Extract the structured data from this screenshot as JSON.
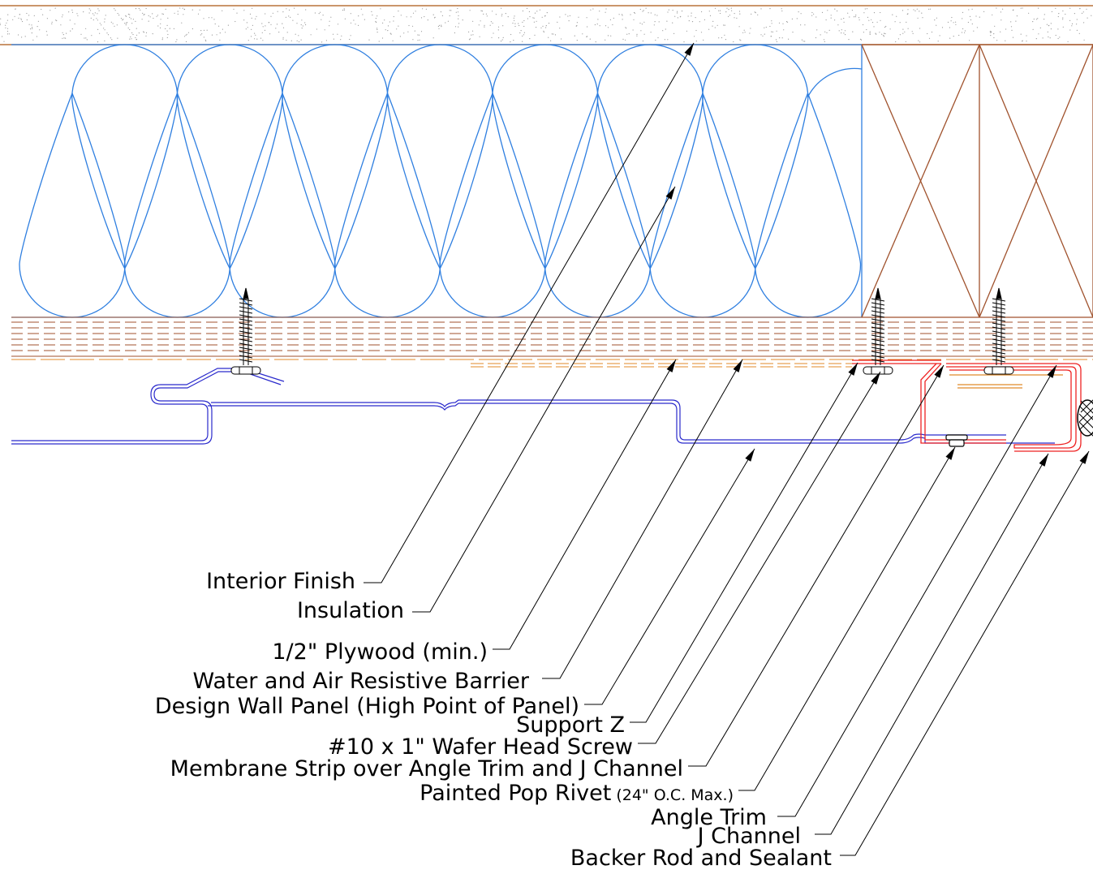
{
  "colors": {
    "insulation": "#2f7fe0",
    "stud": "#a0522d",
    "finish_border": "#b8723a",
    "panel": "#2a2acc",
    "trim": "#ee2222",
    "leader": "#000000"
  },
  "labels": {
    "interior_finish": "Interior Finish",
    "insulation": "Insulation",
    "plywood": "1/2\" Plywood (min.)",
    "barrier": "Water and Air Resistive Barrier",
    "wall_panel": "Design Wall Panel (High Point of Panel)",
    "support_z": "Support Z",
    "screw": "#10 x 1\" Wafer Head Screw",
    "membrane": "Membrane Strip over Angle Trim and J Channel",
    "pop_rivet": "Painted Pop Rivet",
    "pop_rivet_note": "(24\" O.C. Max.)",
    "angle_trim": "Angle Trim",
    "j_channel": "J Channel",
    "backer_rod": "Backer Rod and Sealant"
  }
}
